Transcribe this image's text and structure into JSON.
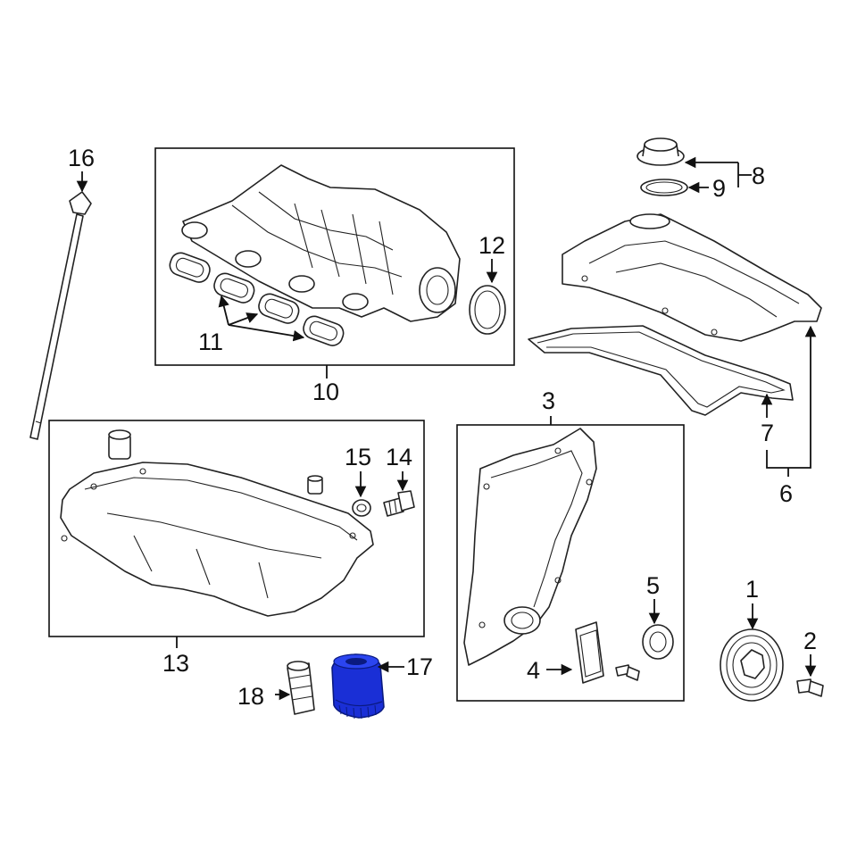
{
  "diagram": {
    "callouts": {
      "c1": "1",
      "c2": "2",
      "c3": "3",
      "c4": "4",
      "c5": "5",
      "c6": "6",
      "c7": "7",
      "c8": "8",
      "c9": "9",
      "c10": "10",
      "c11": "11",
      "c12": "12",
      "c13": "13",
      "c14": "14",
      "c15": "15",
      "c16": "16",
      "c17": "17",
      "c18": "18"
    },
    "highlight_color": "#1a2fd6",
    "line_color": "#111111"
  }
}
